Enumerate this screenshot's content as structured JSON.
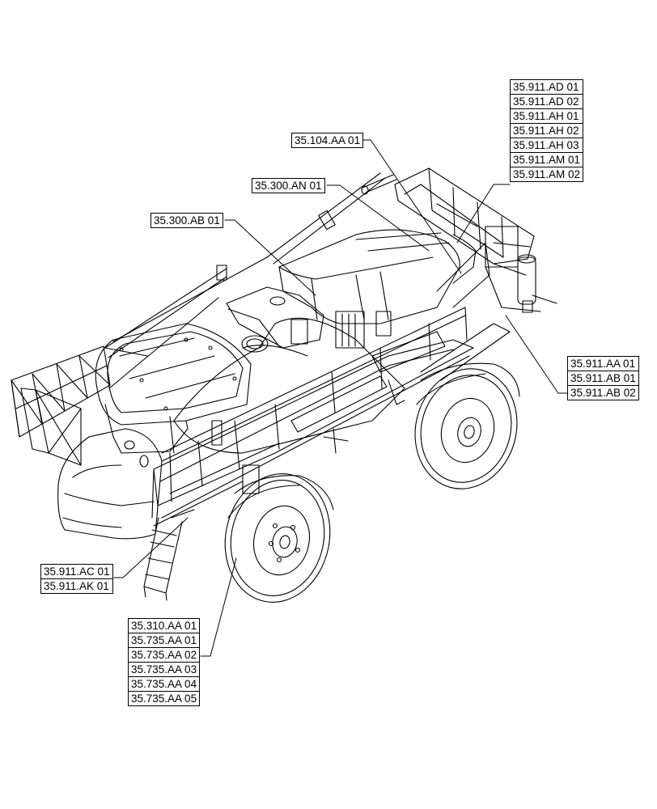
{
  "callouts": {
    "top_right": [
      "35.911.AD 01",
      "35.911.AD 02",
      "35.911.AH 01",
      "35.911.AH 02",
      "35.911.AH 03",
      "35.911.AM 01",
      "35.911.AM 02"
    ],
    "tank_top": [
      "35.104.AA 01"
    ],
    "engine": [
      "35.300.AN 01"
    ],
    "filter": [
      "35.300.AB 01"
    ],
    "right_rear": [
      "35.911.AA 01",
      "35.911.AB 01",
      "35.911.AB 02"
    ],
    "ladder": [
      "35.911.AC 01",
      "35.911.AK 01"
    ],
    "wheel": [
      "35.310.AA 01",
      "35.735.AA 01",
      "35.735.AA 02",
      "35.735.AA 03",
      "35.735.AA 04",
      "35.735.AA 05"
    ]
  }
}
